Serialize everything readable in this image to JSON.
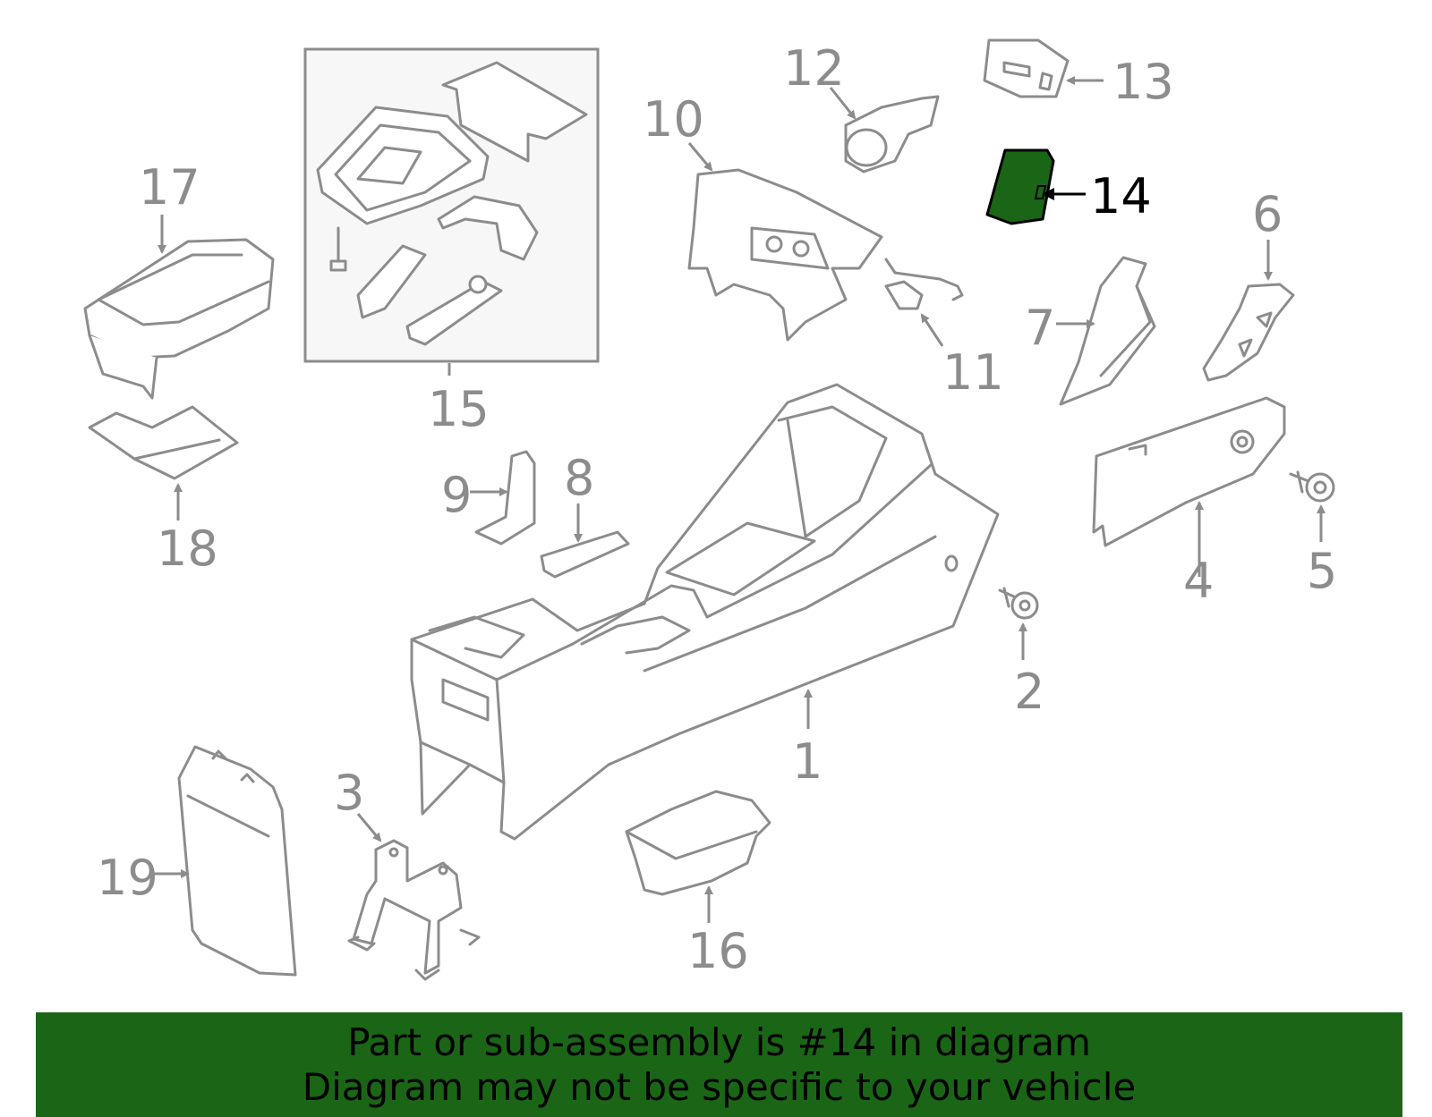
{
  "diagram": {
    "highlight_color": "#1a6616",
    "line_color": "#8c8c8c",
    "inset_background": "#f7f7f7",
    "highlighted_part": "14",
    "callouts": [
      "1",
      "2",
      "3",
      "4",
      "5",
      "6",
      "7",
      "8",
      "9",
      "10",
      "11",
      "12",
      "13",
      "14",
      "15",
      "16",
      "17",
      "18",
      "19"
    ]
  },
  "banner": {
    "background": "#1a6616",
    "line1": "Part or sub-assembly is #14 in diagram",
    "line2": "Diagram may not be specific to your vehicle"
  }
}
